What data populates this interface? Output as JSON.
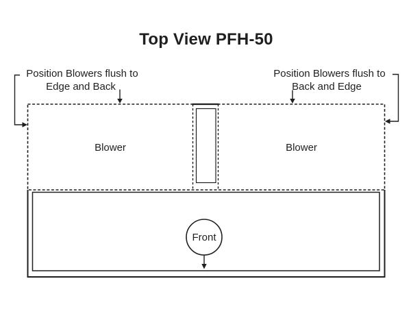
{
  "title": "Top View PFH-50",
  "annotations": {
    "left": {
      "line1": "Position Blowers flush to",
      "line2": "Edge and Back"
    },
    "right": {
      "line1": "Position Blowers flush to",
      "line2": "Back and Edge"
    }
  },
  "compartments": {
    "left_label": "Blower",
    "right_label": "Blower"
  },
  "front_label": "Front",
  "colors": {
    "line": "#1f1f1f",
    "background": "#ffffff"
  }
}
